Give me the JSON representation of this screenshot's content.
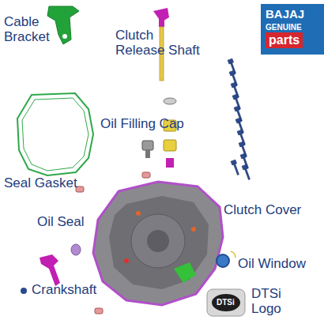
{
  "diagram": {
    "nodes": [
      {
        "text": [
          "BAJAJ",
          "GENUINE",
          "parts"
        ]
      }
    ],
    "labels": [
      "Cable Bracket",
      "Clutch Release Shaft",
      "Oil Filling Cap",
      "Seal Gasket",
      "Clutch Cover",
      "Oil Seal",
      "Oil Window",
      "Crankshaft",
      "DTSi Logo",
      "DTSi"
    ]
  }
}
